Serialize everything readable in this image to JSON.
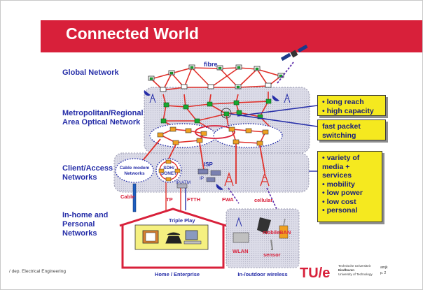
{
  "slide": {
    "title": "Connected World",
    "footer": "/ dep. Electrical Engineering"
  },
  "levels": {
    "global": "Global Network",
    "metro_1": "Metropolitan/Regional",
    "metro_2": "Area Optical Network",
    "client_1": "Client/Access",
    "client_2": "Networks",
    "inhome_1": "In-home and",
    "inhome_2": "Personal",
    "inhome_3": "Networks"
  },
  "callouts": {
    "reach": [
      "• long reach",
      "• high capacity"
    ],
    "switching": [
      "fast packet",
      "switching"
    ],
    "features": [
      "• variety of",
      "  media +",
      "  services",
      "• mobility",
      "• low power",
      "• low cost",
      "• personal"
    ]
  },
  "diagram_labels": {
    "fibre": "fibre",
    "isp": "ISP",
    "cable_modem_1": "Cable modem",
    "cable_modem_2": "Networks",
    "sdh_1": "SDH/",
    "sdh_2": "SONET",
    "ip_atm": "IP/ATM",
    "ip": "IP",
    "cable": "Cable",
    "tp": "TP",
    "ftth": "FTTH",
    "fwa": "FWA",
    "cellular": "cellular",
    "triple_play": "Triple Play",
    "mobile": "mobile",
    "ban": "BAN",
    "wlan": "WLAN",
    "sensor": "sensor",
    "home_enterprise": "Home / Enterprise",
    "outdoor_wireless": "In-/outdoor wireless"
  },
  "logo": {
    "mark": "TU/e",
    "line1": "Technische Universiteit",
    "line2": "Eindhoven",
    "line3": "University of Technology",
    "page_id": "amjk",
    "page_num": "p. 2"
  },
  "colors": {
    "banner": "#d8203a",
    "link": "#e0302a",
    "node": "#18a830",
    "callout": "#f5e91f",
    "level_text": "#262ea8"
  }
}
